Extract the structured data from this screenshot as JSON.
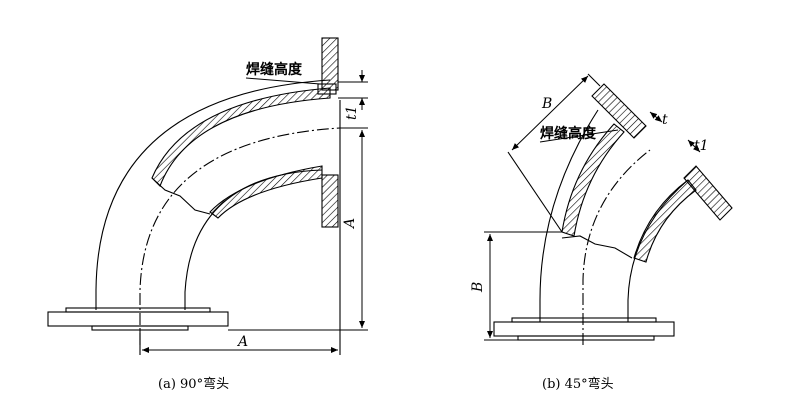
{
  "diagram": {
    "left": {
      "caption": "(a) 90°弯头",
      "weld_label": "焊缝高度",
      "dim_A_horizontal": "A",
      "dim_A_vertical": "A",
      "dim_t1": "t1"
    },
    "right": {
      "caption": "(b) 45°弯头",
      "weld_label": "焊缝高度",
      "dim_B_diagonal": "B",
      "dim_B_vertical": "B",
      "dim_t": "t",
      "dim_t1": "t1"
    }
  }
}
